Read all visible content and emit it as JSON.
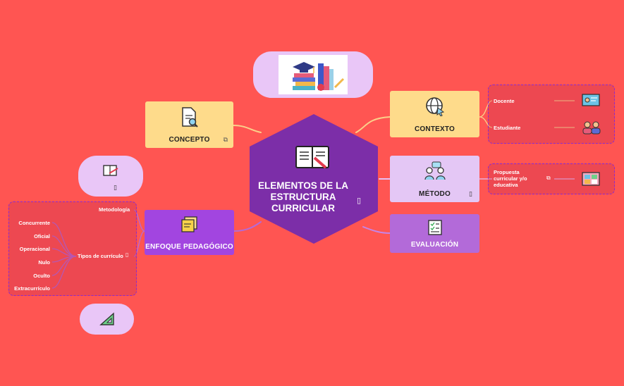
{
  "center": {
    "line1": "ELEMENTOS DE LA",
    "line2": "ESTRUCTURA",
    "line3": "CURRICULAR"
  },
  "nodes": {
    "concepto": "CONCEPTO",
    "contexto": "CONTEXTO",
    "metodo": "MÉTODO",
    "evaluacion": "EVALUACIÓN",
    "enfoque": "ENFOQUE PEDAGÓGICO"
  },
  "contexto_items": [
    "Docente",
    "Estudiante"
  ],
  "metodo_items": {
    "line1": "Propuesta",
    "line2": "curricular y/o",
    "line3": "educativa"
  },
  "enfoque_items": {
    "metodologia": "Metodología",
    "tipos": "Tipos de currículo",
    "tipos_list": [
      "Concurrente",
      "Oficial",
      "Operacional",
      "Nulo",
      "Oculto",
      "Extracurrículo"
    ]
  },
  "colors": {
    "background": "#ff5552",
    "hexagon": "#7c2ea8",
    "yellow_node": "#fedb8b",
    "lilac_node": "#e4c7f5",
    "purple_node": "#a245e0",
    "connector": "#fbd08a"
  },
  "icons": [
    "books-graduation-icon",
    "document-search-icon",
    "globe-cursor-icon",
    "people-meeting-icon",
    "checklist-icon",
    "sticky-notes-icon",
    "open-book-icon",
    "teacher-board-icon",
    "students-icon",
    "schedule-board-icon",
    "book-pencil-icon",
    "triangle-ruler-icon",
    "note-icon",
    "external-link-icon"
  ]
}
